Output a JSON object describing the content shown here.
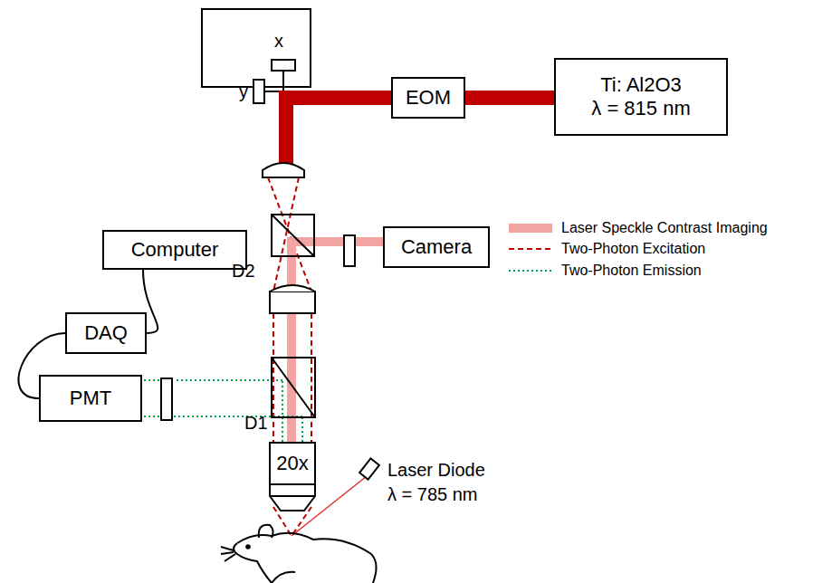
{
  "diagram": {
    "nodes": [
      {
        "text": [
          "EOM"
        ]
      },
      {
        "text": [
          "Ti: Al2O3",
          "λ = 815 nm"
        ]
      },
      {
        "text": [
          "Computer"
        ]
      },
      {
        "text": [
          "Camera"
        ]
      },
      {
        "text": [
          "DAQ"
        ]
      },
      {
        "text": [
          "PMT"
        ]
      },
      {
        "text": [
          "20x"
        ]
      }
    ],
    "edges": [
      {
        "from": 1,
        "to": 0,
        "arrow": "none"
      },
      {
        "from": 2,
        "to": 4,
        "arrow": "none"
      },
      {
        "from": 4,
        "to": 5,
        "arrow": "none"
      }
    ],
    "labels": [
      "x",
      "y",
      "D2",
      "D1",
      "Laser Diode",
      "λ = 785 nm"
    ],
    "legend": [
      {
        "text": "Laser Speckle Contrast Imaging"
      },
      {
        "text": "Two-Photon Excitation"
      },
      {
        "text": "Two-Photon Emission"
      }
    ]
  }
}
